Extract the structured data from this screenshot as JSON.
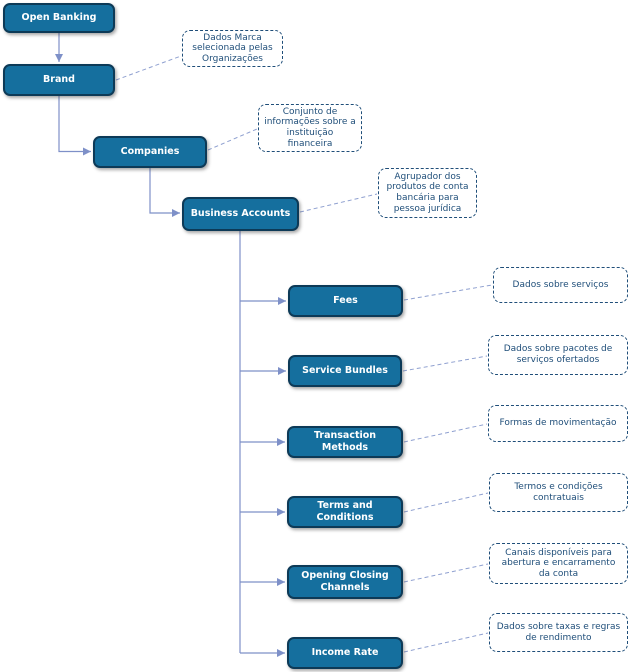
{
  "colors": {
    "node_fill": "#156f9e",
    "node_border": "#0d3a57",
    "node_text": "#ffffff",
    "connector": "#7e90c8",
    "note_border": "#1f4e79",
    "note_text": "#1f4e79"
  },
  "nodes": [
    {
      "id": "open-banking",
      "label": "Open Banking"
    },
    {
      "id": "brand",
      "label": "Brand"
    },
    {
      "id": "companies",
      "label": "Companies"
    },
    {
      "id": "business-accounts",
      "label": "Business Accounts"
    },
    {
      "id": "fees",
      "label": "Fees"
    },
    {
      "id": "service-bundles",
      "label": "Service Bundles"
    },
    {
      "id": "transaction-methods",
      "label": "Transaction Methods"
    },
    {
      "id": "terms-and-conditions",
      "label": "Terms and Conditions"
    },
    {
      "id": "opening-closing-channels",
      "label": "Opening Closing Channels"
    },
    {
      "id": "income-rate",
      "label": "Income Rate"
    }
  ],
  "notes": [
    {
      "id": "brand-note",
      "text": "Dados Marca selecionada pelas Organizações"
    },
    {
      "id": "companies-note",
      "text": "Conjunto de informações sobre a instituição financeira"
    },
    {
      "id": "business-accounts-note",
      "text": "Agrupador dos produtos de conta bancária para pessoa jurídica"
    },
    {
      "id": "fees-note",
      "text": "Dados sobre serviços"
    },
    {
      "id": "service-bundles-note",
      "text": "Dados sobre pacotes de serviços ofertados"
    },
    {
      "id": "transaction-methods-note",
      "text": "Formas de movimentação"
    },
    {
      "id": "terms-and-conditions-note",
      "text": "Termos e condições contratuais"
    },
    {
      "id": "opening-closing-channels-note",
      "text": "Canais disponíveis para abertura e encarramento da conta"
    },
    {
      "id": "income-rate-note",
      "text": "Dados sobre taxas e regras de rendimento"
    }
  ]
}
